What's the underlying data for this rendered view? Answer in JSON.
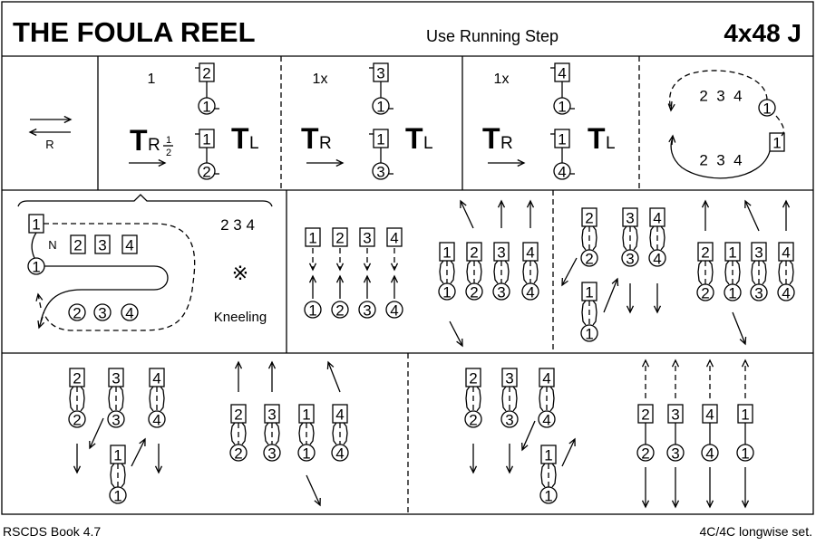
{
  "header": {
    "title": "THE FOULA REEL",
    "instruction": "Use Running Step",
    "formation": "4x48 J"
  },
  "footer": {
    "source": "RSCDS Book 4.7",
    "set": "4C/4C longwise set."
  },
  "panels": {
    "p0": {
      "label": "R"
    },
    "p1": {
      "count": "1",
      "turn_right": "T",
      "right_sub": "R",
      "frac_num": "1",
      "frac_den": "2",
      "turn_left": "T",
      "left_sub": "L",
      "dancers": [
        "2",
        "1",
        "1",
        "2"
      ]
    },
    "p2": {
      "count": "1x",
      "turn_right": "T",
      "right_sub": "R",
      "turn_left": "T",
      "left_sub": "L",
      "dancers": [
        "3",
        "1",
        "1",
        "3"
      ]
    },
    "p3": {
      "count": "1x",
      "turn_right": "T",
      "right_sub": "R",
      "turn_left": "T",
      "left_sub": "L",
      "dancers": [
        "4",
        "1",
        "1",
        "4"
      ]
    },
    "p4": {
      "top_row": "2  3  4",
      "bottom_row": "2  3  4",
      "dancers": [
        "1",
        "1"
      ]
    },
    "a": {
      "neighbour": "N",
      "numbers": "2 3 4",
      "symbol": "※",
      "action": "Kneeling",
      "dancers": [
        "1",
        "2",
        "3",
        "4",
        "1",
        "2",
        "3",
        "4"
      ]
    },
    "b": {
      "dancers": [
        "1",
        "2",
        "3",
        "4",
        "1",
        "2",
        "3",
        "4"
      ]
    },
    "c": {
      "dancers": [
        "1",
        "2",
        "3",
        "4",
        "1",
        "2",
        "3",
        "4"
      ]
    },
    "d": {
      "dancers": [
        "2",
        "3",
        "4",
        "1",
        "2",
        "3",
        "4",
        "1",
        "2",
        "1",
        "3",
        "4",
        "2",
        "1",
        "3",
        "4"
      ]
    },
    "e": {
      "dancers": [
        "2",
        "3",
        "4",
        "1",
        "2",
        "3",
        "4",
        "1",
        "2",
        "3",
        "1",
        "4",
        "2",
        "3",
        "1",
        "4"
      ]
    },
    "f": {
      "dancers": [
        "2",
        "3",
        "4",
        "1",
        "2",
        "3",
        "4",
        "1",
        "2",
        "3",
        "4",
        "1",
        "2",
        "3",
        "4",
        "1"
      ]
    }
  }
}
